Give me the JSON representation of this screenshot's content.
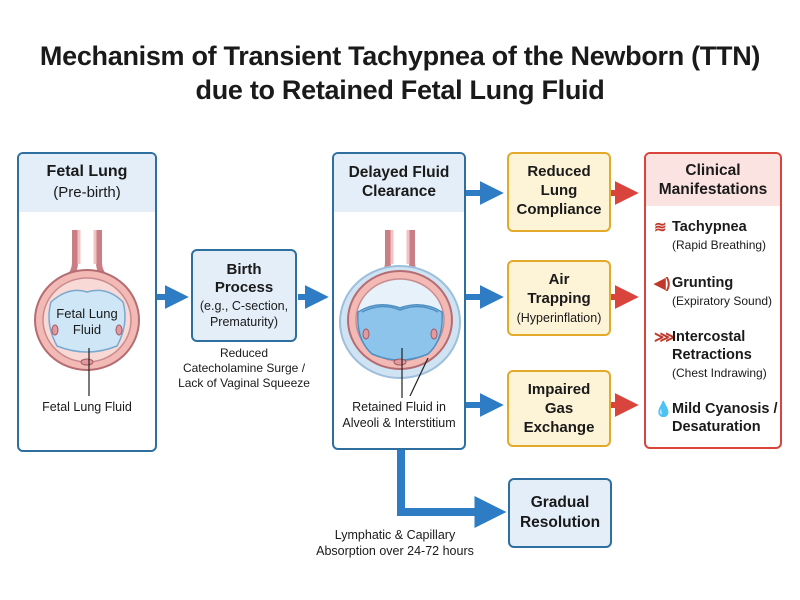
{
  "title": {
    "line1": "Mechanism of Transient Tachypnea of the Newborn (TTN)",
    "line2": "due to Retained Fetal Lung Fluid"
  },
  "fetal_lung": {
    "title": "Fetal Lung",
    "subtitle": "(Pre-birth)",
    "inner_label_1": "Fetal Lung",
    "inner_label_2": "Fluid",
    "caption": "Fetal Lung Fluid"
  },
  "birth_process": {
    "title_1": "Birth",
    "title_2": "Process",
    "detail_1": "(e.g., C-section,",
    "detail_2": "Prematurity)",
    "note_1": "Reduced",
    "note_2": "Catecholamine Surge /",
    "note_3": "Lack of Vaginal Squeeze"
  },
  "delayed_clearance": {
    "title_1": "Delayed Fluid",
    "title_2": "Clearance",
    "caption_1": "Retained Fluid in",
    "caption_2": "Alveoli & Interstitium"
  },
  "effects": [
    {
      "line1": "Reduced",
      "line2": "Lung",
      "line3": "Compliance"
    },
    {
      "line1": "Air",
      "line2": "Trapping",
      "line3": "(Hyperinflation)"
    },
    {
      "line1": "Impaired",
      "line2": "Gas",
      "line3": "Exchange"
    }
  ],
  "clinical": {
    "title_1": "Clinical",
    "title_2": "Manifestations",
    "items": [
      {
        "main": "Tachypnea",
        "sub": "(Rapid Breathing)",
        "icon": "breath-icon"
      },
      {
        "main": "Grunting",
        "sub": "(Expiratory Sound)",
        "icon": "speaker-icon"
      },
      {
        "main": "Intercostal",
        "main2": "Retractions",
        "sub": "(Chest Indrawing)",
        "icon": "ribs-icon"
      },
      {
        "main": "Mild Cyanosis /",
        "main2": "Desaturation",
        "icon": "droplet-icon"
      }
    ]
  },
  "resolution": {
    "title_1": "Gradual",
    "title_2": "Resolution",
    "note_1": "Lymphatic & Capillary",
    "note_2": "Absorption over 24-72 hours"
  },
  "colors": {
    "blue_border": "#2f6f9f",
    "blue_arrow": "#2e7cc4",
    "gold_border": "#e3a92b",
    "gold_fill": "#fdf3d6",
    "red_border": "#d9453d",
    "red_arrow": "#d9453d",
    "fluid": "#8cc4ec"
  }
}
